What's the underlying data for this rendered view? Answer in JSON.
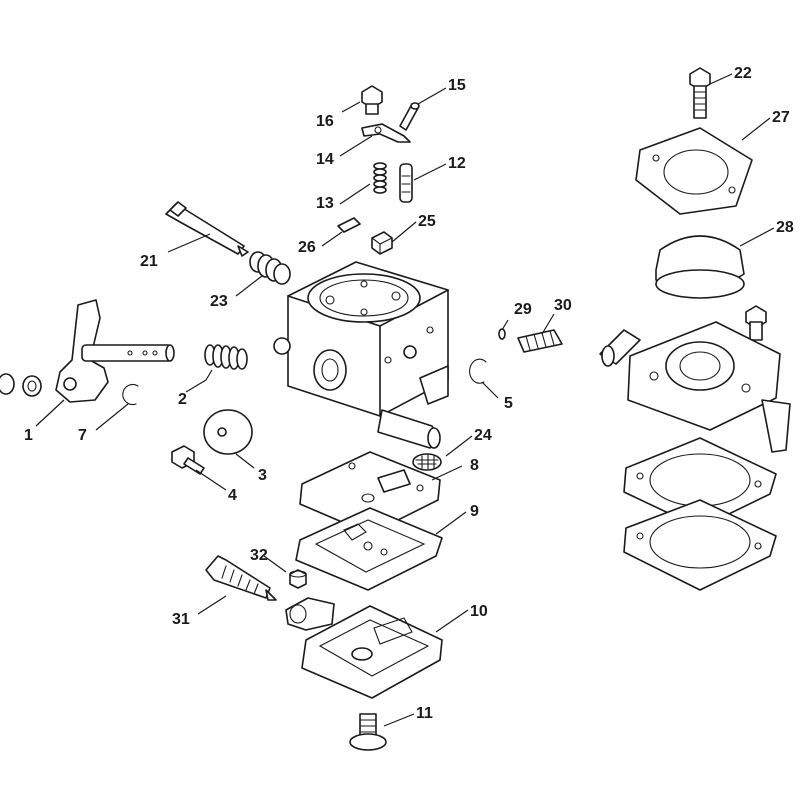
{
  "callouts": [
    {
      "id": "1",
      "label": "1"
    },
    {
      "id": "2",
      "label": "2"
    },
    {
      "id": "3",
      "label": "3"
    },
    {
      "id": "4",
      "label": "4"
    },
    {
      "id": "5",
      "label": "5"
    },
    {
      "id": "7",
      "label": "7"
    },
    {
      "id": "8",
      "label": "8"
    },
    {
      "id": "9",
      "label": "9"
    },
    {
      "id": "10",
      "label": "10"
    },
    {
      "id": "11",
      "label": "11"
    },
    {
      "id": "12",
      "label": "12"
    },
    {
      "id": "13",
      "label": "13"
    },
    {
      "id": "14",
      "label": "14"
    },
    {
      "id": "15",
      "label": "15"
    },
    {
      "id": "16",
      "label": "16"
    },
    {
      "id": "21",
      "label": "21"
    },
    {
      "id": "22",
      "label": "22"
    },
    {
      "id": "23",
      "label": "23"
    },
    {
      "id": "24",
      "label": "24"
    },
    {
      "id": "25",
      "label": "25"
    },
    {
      "id": "26",
      "label": "26"
    },
    {
      "id": "27",
      "label": "27"
    },
    {
      "id": "28",
      "label": "28"
    },
    {
      "id": "29",
      "label": "29"
    },
    {
      "id": "30",
      "label": "30"
    },
    {
      "id": "31",
      "label": "31"
    },
    {
      "id": "32",
      "label": "32"
    }
  ],
  "colors": {
    "line": "#1a1a1a",
    "background": "#ffffff"
  }
}
